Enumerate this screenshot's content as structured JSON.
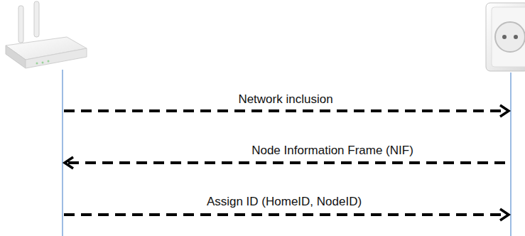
{
  "diagram": {
    "labels": [
      "Network inclusion",
      "Node Information Frame (NIF)",
      "Assign ID (HomeID, NodeID)"
    ]
  }
}
